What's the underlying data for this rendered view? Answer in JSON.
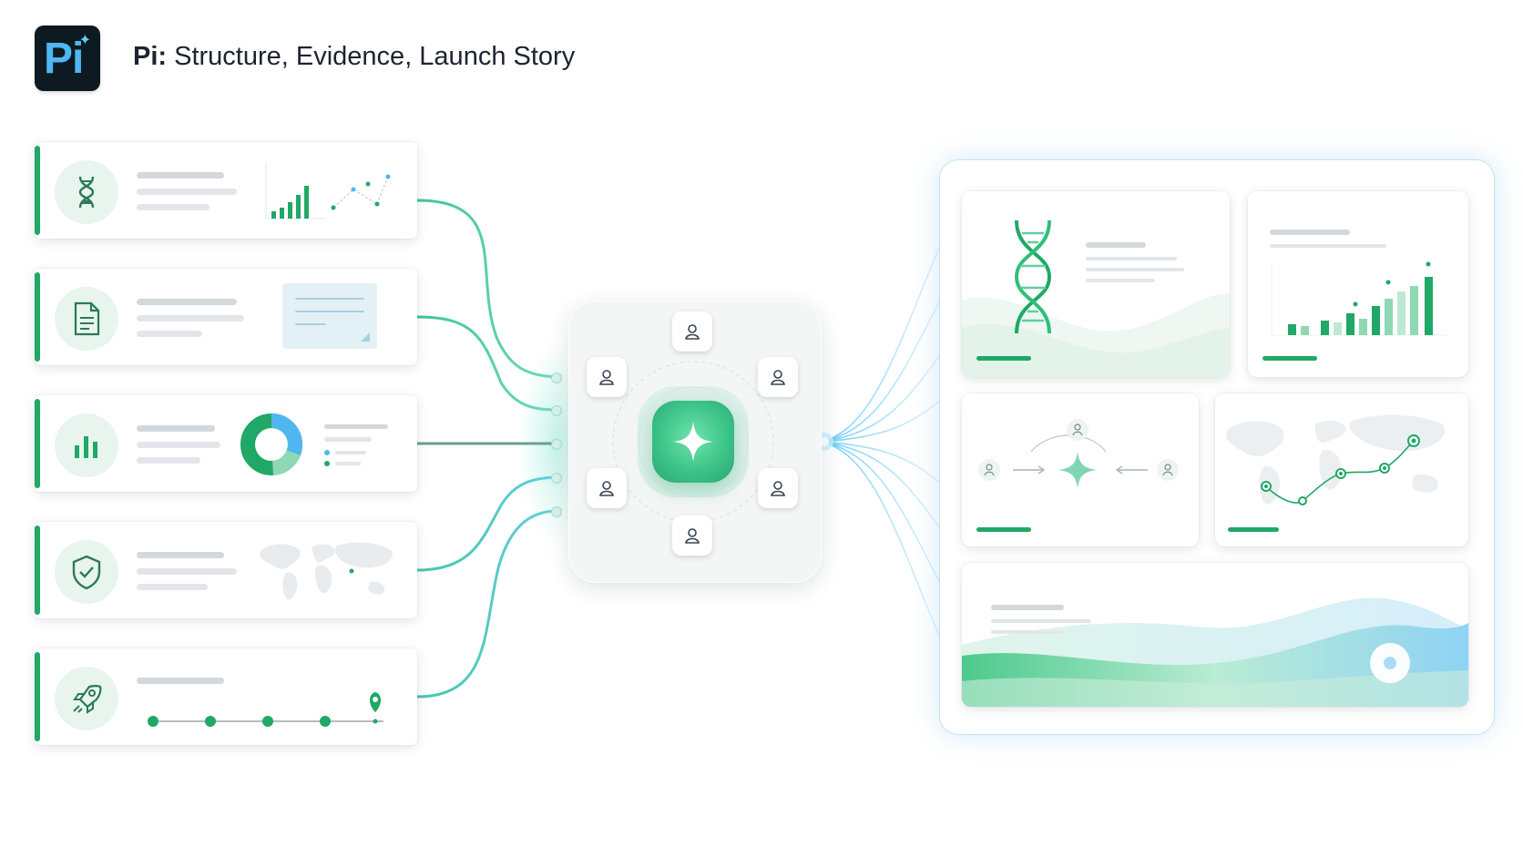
{
  "header": {
    "logo_text": "Pi",
    "title_bold": "Pi:",
    "title_rest": " Structure, Evidence, Launch Story"
  },
  "colors": {
    "accent_green": "#1fa866",
    "accent_blue": "#4fb6f0",
    "hub_core": "#3cc489",
    "line_gray": "#e2e6ea"
  },
  "left_cards": [
    {
      "icon": "dna-icon",
      "preview": "bar-and-scatter-chart"
    },
    {
      "icon": "document-icon",
      "preview": "note-card"
    },
    {
      "icon": "bar-chart-icon",
      "preview": "donut-chart"
    },
    {
      "icon": "shield-check-icon",
      "preview": "world-map"
    },
    {
      "icon": "rocket-icon",
      "preview": "timeline"
    }
  ],
  "hub": {
    "core_icon": "sparkle-icon",
    "node_icon": "person-icon",
    "node_count": 6
  },
  "output_tiles": [
    {
      "icon": "dna-icon",
      "kind": "dna-summary"
    },
    {
      "icon": "bar-chart-icon",
      "kind": "growth-chart"
    },
    {
      "icon": "network-icon",
      "kind": "connection-flow"
    },
    {
      "icon": "world-map-icon",
      "kind": "route-map"
    },
    {
      "icon": "wave-icon",
      "kind": "story-banner"
    }
  ]
}
